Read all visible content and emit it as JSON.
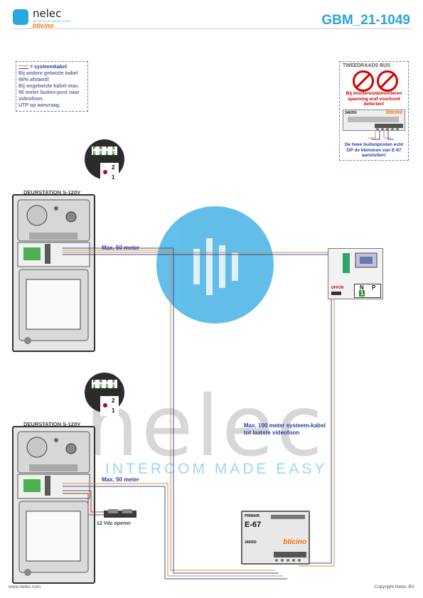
{
  "header": {
    "logo_name": "nelec",
    "logo_tagline": "INTERCOM MADE EASY",
    "logo_partner": "bticino",
    "doc_code": "GBM_21-1049"
  },
  "note": {
    "legend": "= systeemkabel",
    "line1": "Bij andere getwiste kabel 66% afstand!",
    "line2": "Bij ongetwiste kabel max. 50 meter buiten-post naar videofoon.",
    "line3": "UTP op aanvraag."
  },
  "two_wire_box": {
    "title": "TWEEDRAADS BUS",
    "warning": "Bij monteren/demonteren spanning eraf voorkomt defecten!",
    "module_code": "346050",
    "module_brand": "bticino",
    "info": "De twee buitenposten echt OP de klemmen van E-67 aansluiten!"
  },
  "door_station_1": {
    "title": "DEURSTATION S-120V",
    "switch_labels": [
      "P",
      "N",
      "T",
      "S"
    ],
    "switch_values": [
      "1",
      "1",
      "1",
      "1"
    ],
    "jumper_labels": [
      "2",
      "1"
    ],
    "cable_label": "Max. 50 meter"
  },
  "door_station_2": {
    "title": "DEURSTATION S-120V",
    "switch_labels": [
      "P",
      "N",
      "T",
      "S"
    ],
    "switch_values": [
      "0",
      "1",
      "1",
      "0"
    ],
    "jumper_labels": [
      "2",
      "1"
    ],
    "cable_label": "Max. 50 meter"
  },
  "opener": {
    "label": "12 Vdc opener"
  },
  "monitor": {
    "off_label": "OFF",
    "on_label": "ON",
    "np_labels": [
      "N",
      "P"
    ],
    "np_value": "1"
  },
  "long_cable_label": "Max. 100 meter systeem-kabel tot laatste videofoon",
  "power_supply": {
    "primary_label": "PRIMAIR",
    "model": "E-67",
    "code": "346050",
    "brand": "bticino"
  },
  "watermark": {
    "word": "nelec",
    "tagline": "INTERCOM MADE EASY"
  },
  "footer": {
    "website": "www.nelec.com",
    "copyright": "Copyright Nelec BV"
  },
  "colors": {
    "accent": "#2aa3df",
    "bus_orange": "#d98c3a",
    "bus_blue": "#3a4fb0",
    "warning_red": "#cc0000",
    "brand_orange": "#ff6a00"
  }
}
